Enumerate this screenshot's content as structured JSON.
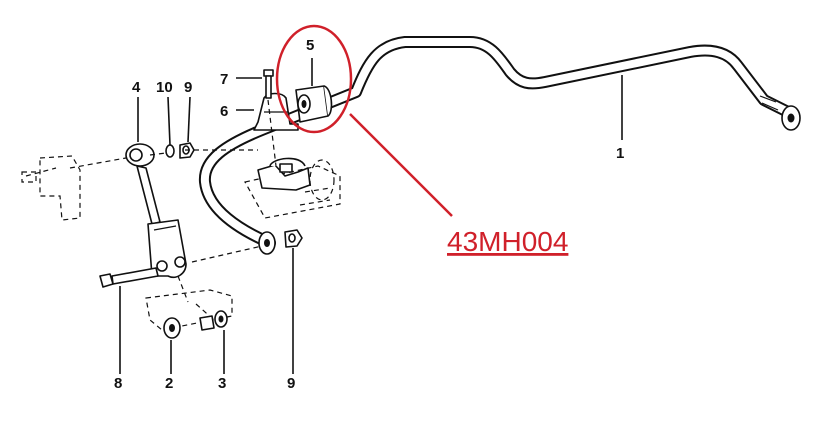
{
  "labels": {
    "p1": "1",
    "p2": "2",
    "p3": "3",
    "p4": "4",
    "p5": "5",
    "p6": "6",
    "p7": "7",
    "p8": "8",
    "p9a": "9",
    "p9b": "9",
    "p10": "10"
  },
  "callout": {
    "part_number": "43MH004",
    "color": "#d0202a"
  }
}
